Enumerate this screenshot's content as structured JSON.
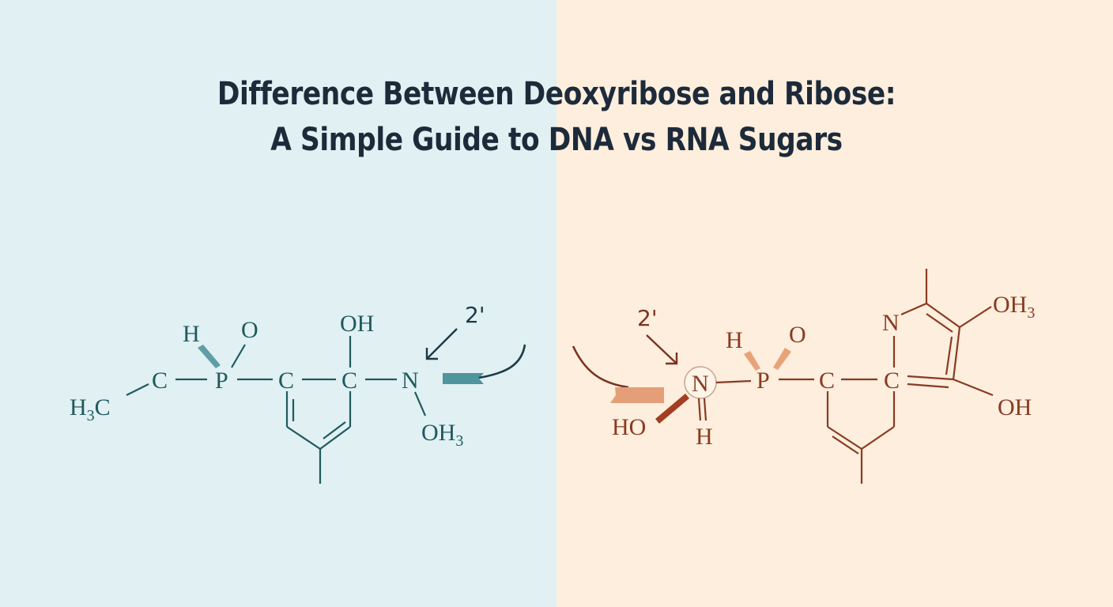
{
  "title": {
    "line1": "Difference Between Deoxyribose and Ribose:",
    "line2": "A Simple Guide to DNA vs RNA Sugars"
  },
  "colors": {
    "left_background": "#e0f0f3",
    "right_background": "#fdeedd",
    "left_ink": "#1f5a5e",
    "right_ink": "#8a3a22",
    "title": "#1d2a3a"
  },
  "left_structure": {
    "h3c_main": "H",
    "h3c_sub": "3",
    "h3c_end": "C",
    "c1": "C",
    "p": "P",
    "h": "H",
    "o": "O",
    "c2": "C",
    "c3": "C",
    "oh": "OH",
    "n": "N",
    "oh3_main": "OH",
    "oh3_sub": "3",
    "position_label": "2'"
  },
  "right_structure": {
    "position_label": "2'",
    "n_circled": "N",
    "ho": "HO",
    "h_below": "H",
    "p": "P",
    "h": "H",
    "o": "O",
    "c1": "C",
    "c2": "C",
    "n_ring": "N",
    "oh3_main": "OH",
    "oh3_sub": "3",
    "oh": "OH"
  }
}
